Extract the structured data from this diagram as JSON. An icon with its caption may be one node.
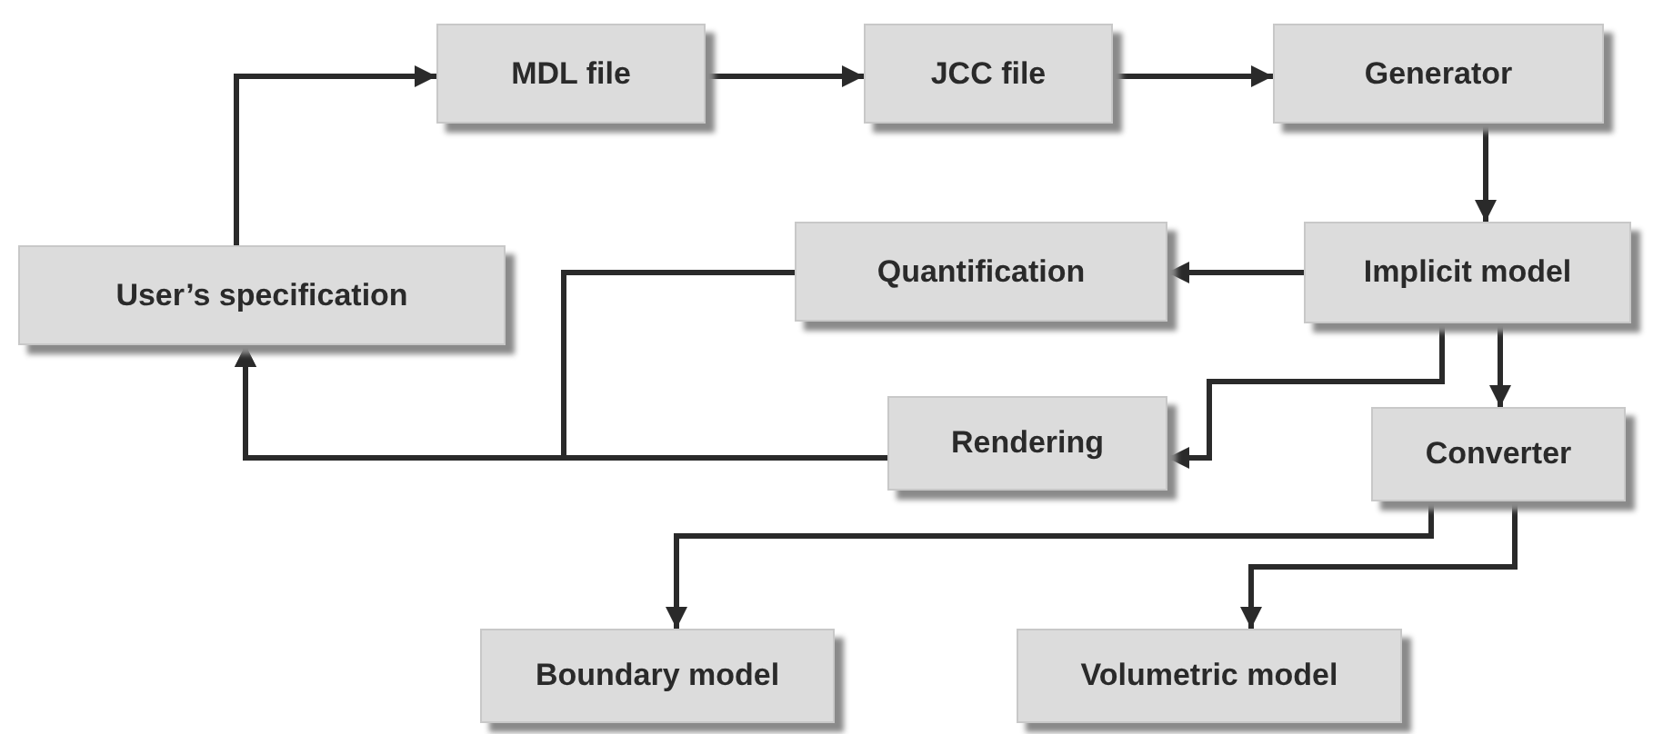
{
  "diagram": {
    "nodes": [
      {
        "text": [
          "User’s specification"
        ]
      },
      {
        "text": [
          "MDL file"
        ]
      },
      {
        "text": [
          "JCC file"
        ]
      },
      {
        "text": [
          "Generator"
        ]
      },
      {
        "text": [
          "Quantification"
        ]
      },
      {
        "text": [
          "Implicit model"
        ]
      },
      {
        "text": [
          "Rendering"
        ]
      },
      {
        "text": [
          "Converter"
        ]
      },
      {
        "text": [
          "Boundary model"
        ]
      },
      {
        "text": [
          "Volumetric model"
        ]
      }
    ],
    "edges": [
      {
        "from": 0,
        "to": 1,
        "arrow": "to"
      },
      {
        "from": 1,
        "to": 2,
        "arrow": "to"
      },
      {
        "from": 2,
        "to": 3,
        "arrow": "to"
      },
      {
        "from": 3,
        "to": 5,
        "arrow": "to"
      },
      {
        "from": 5,
        "to": 4,
        "arrow": "to"
      },
      {
        "from": 5,
        "to": 7,
        "arrow": "to"
      },
      {
        "from": 5,
        "to": 6,
        "arrow": "to"
      },
      {
        "from": 4,
        "to": 0,
        "arrow": "to"
      },
      {
        "from": 6,
        "to": 0,
        "arrow": "to"
      },
      {
        "from": 7,
        "to": 8,
        "arrow": "to"
      },
      {
        "from": 7,
        "to": 9,
        "arrow": "to"
      }
    ]
  }
}
